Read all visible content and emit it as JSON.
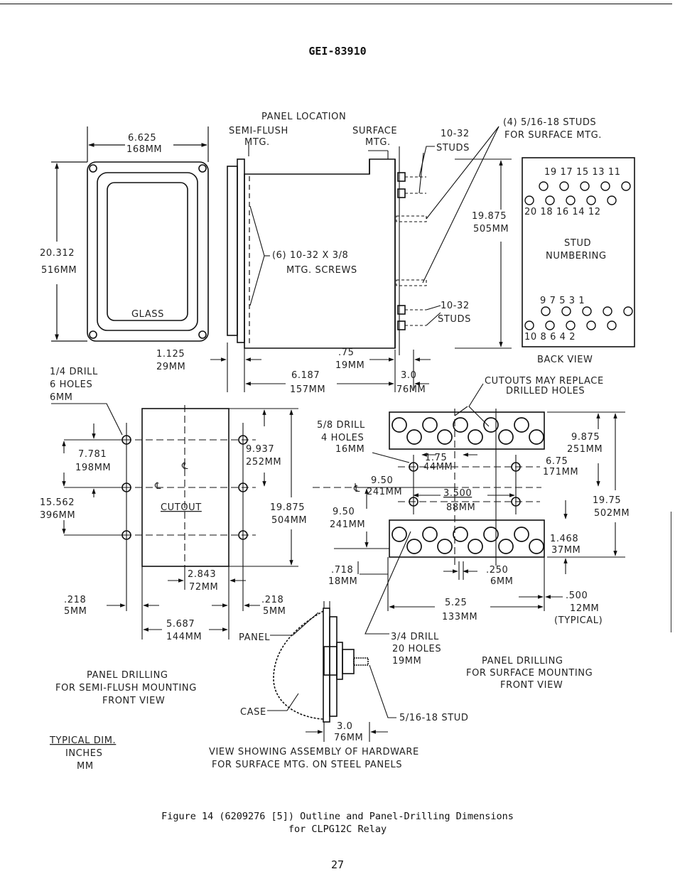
{
  "header": {
    "doc_number": "GEI-83910"
  },
  "labels": {
    "panel_location": "PANEL LOCATION",
    "semi_flush": "SEMI-FLUSH",
    "semi_mtg": "MTG.",
    "surface": "SURFACE",
    "surface_mtg": "MTG.",
    "studs_top_a": "10-32",
    "studs_top_b": "STUDS",
    "studs_4_a": "(4) 5/16-18 STUDS",
    "studs_4_b": "FOR SURFACE MTG.",
    "w_in": "6.625",
    "w_mm": "168MM",
    "h_in": "20.312",
    "h_mm": "516MM",
    "glass": "GLASS",
    "screws_a": "(6) 10-32 X 3/8",
    "screws_b": "MTG. SCREWS",
    "side_h_in": "19.875",
    "side_h_mm": "505MM",
    "studs_bot_a": "10-32",
    "studs_bot_b": "STUDS",
    "d1125_in": "1.125",
    "d1125_mm": "29MM",
    "d75_in": ".75",
    "d75_mm": "19MM",
    "d6187_in": "6.187",
    "d6187_mm": "157MM",
    "d30_in": "3.0",
    "d30_mm": "76MM",
    "stud_title_a": "STUD",
    "stud_title_b": "NUMBERING",
    "back_view": "BACK VIEW",
    "cutouts_a": "CUTOUTS MAY REPLACE",
    "cutouts_b": "DRILLED HOLES",
    "drill14_a": "1/4 DRILL",
    "drill14_b": "6 HOLES",
    "drill14_c": "6MM",
    "d7781_in": "7.781",
    "d7781_mm": "198MM",
    "d15562_in": "15.562",
    "d15562_mm": "396MM",
    "d9937_in": "9.937",
    "d9937_mm": "252MM",
    "cl1": "℄",
    "cl2": "℄",
    "cutout": "CUTOUT",
    "d19875_in": "19.875",
    "d19875_mm": "504MM",
    "d2843_in": "2.843",
    "d2843_mm": "72MM",
    "d218a_in": ".218",
    "d218a_mm": "5MM",
    "d218b_in": ".218",
    "d218b_mm": "5MM",
    "d5687_in": "5.687",
    "d5687_mm": "144MM",
    "semi_title_a": "PANEL DRILLING",
    "semi_title_b": "FOR SEMI-FLUSH MOUNTING",
    "semi_title_c": "FRONT VIEW",
    "typ_a": "TYPICAL DIM.",
    "typ_b": "INCHES",
    "typ_c": "MM",
    "drill58_a": "5/8 DRILL",
    "drill58_b": "4 HOLES",
    "drill58_c": "16MM",
    "d175_in": "1.75",
    "d175_mm": "44MM",
    "d950a_in": "9.50",
    "d950a_mm": "241MM",
    "cl3": "℄",
    "d3500_in": "3.500",
    "d3500_mm": "88MM",
    "d950b_in": "9.50",
    "d950b_mm": "241MM",
    "d9875_in": "9.875",
    "d9875_mm": "251MM",
    "d675_in": "6.75",
    "d675_mm": "171MM",
    "d1975_in": "19.75",
    "d1975_mm": "502MM",
    "d1468_in": "1.468",
    "d1468_mm": "37MM",
    "d718_in": ".718",
    "d718_mm": "18MM",
    "d250_in": ".250",
    "d250_mm": "6MM",
    "d500_in": ".500",
    "d500_mm": "12MM",
    "d500_typ": "(TYPICAL)",
    "d525_in": "5.25",
    "d525_mm": "133MM",
    "drill34_a": "3/4 DRILL",
    "drill34_b": "20 HOLES",
    "drill34_c": "19MM",
    "surf_title_a": "PANEL DRILLING",
    "surf_title_b": "FOR SURFACE MOUNTING",
    "surf_title_c": "FRONT VIEW",
    "panel": "PANEL",
    "case": "CASE",
    "stud516": "5/16-18 STUD",
    "asm_in": "3.0",
    "asm_mm": "76MM",
    "asm_title_a": "VIEW SHOWING ASSEMBLY OF HARDWARE",
    "asm_title_b": "FOR SURFACE MTG. ON STEEL PANELS"
  },
  "stud_numbers": {
    "row1": [
      "19",
      "17",
      "15",
      "13",
      "11"
    ],
    "row2": [
      "20",
      "18",
      "16",
      "14",
      "12"
    ],
    "row3": [
      "9",
      "7",
      "5",
      "3",
      "1"
    ],
    "row4": [
      "10",
      "8",
      "6",
      "4",
      "2"
    ]
  },
  "caption": {
    "line1": "Figure 14  (6209276 [5])  Outline and Panel-Drilling Dimensions",
    "line2": "for CLPG12C Relay"
  },
  "footer": {
    "page_number": "27"
  }
}
